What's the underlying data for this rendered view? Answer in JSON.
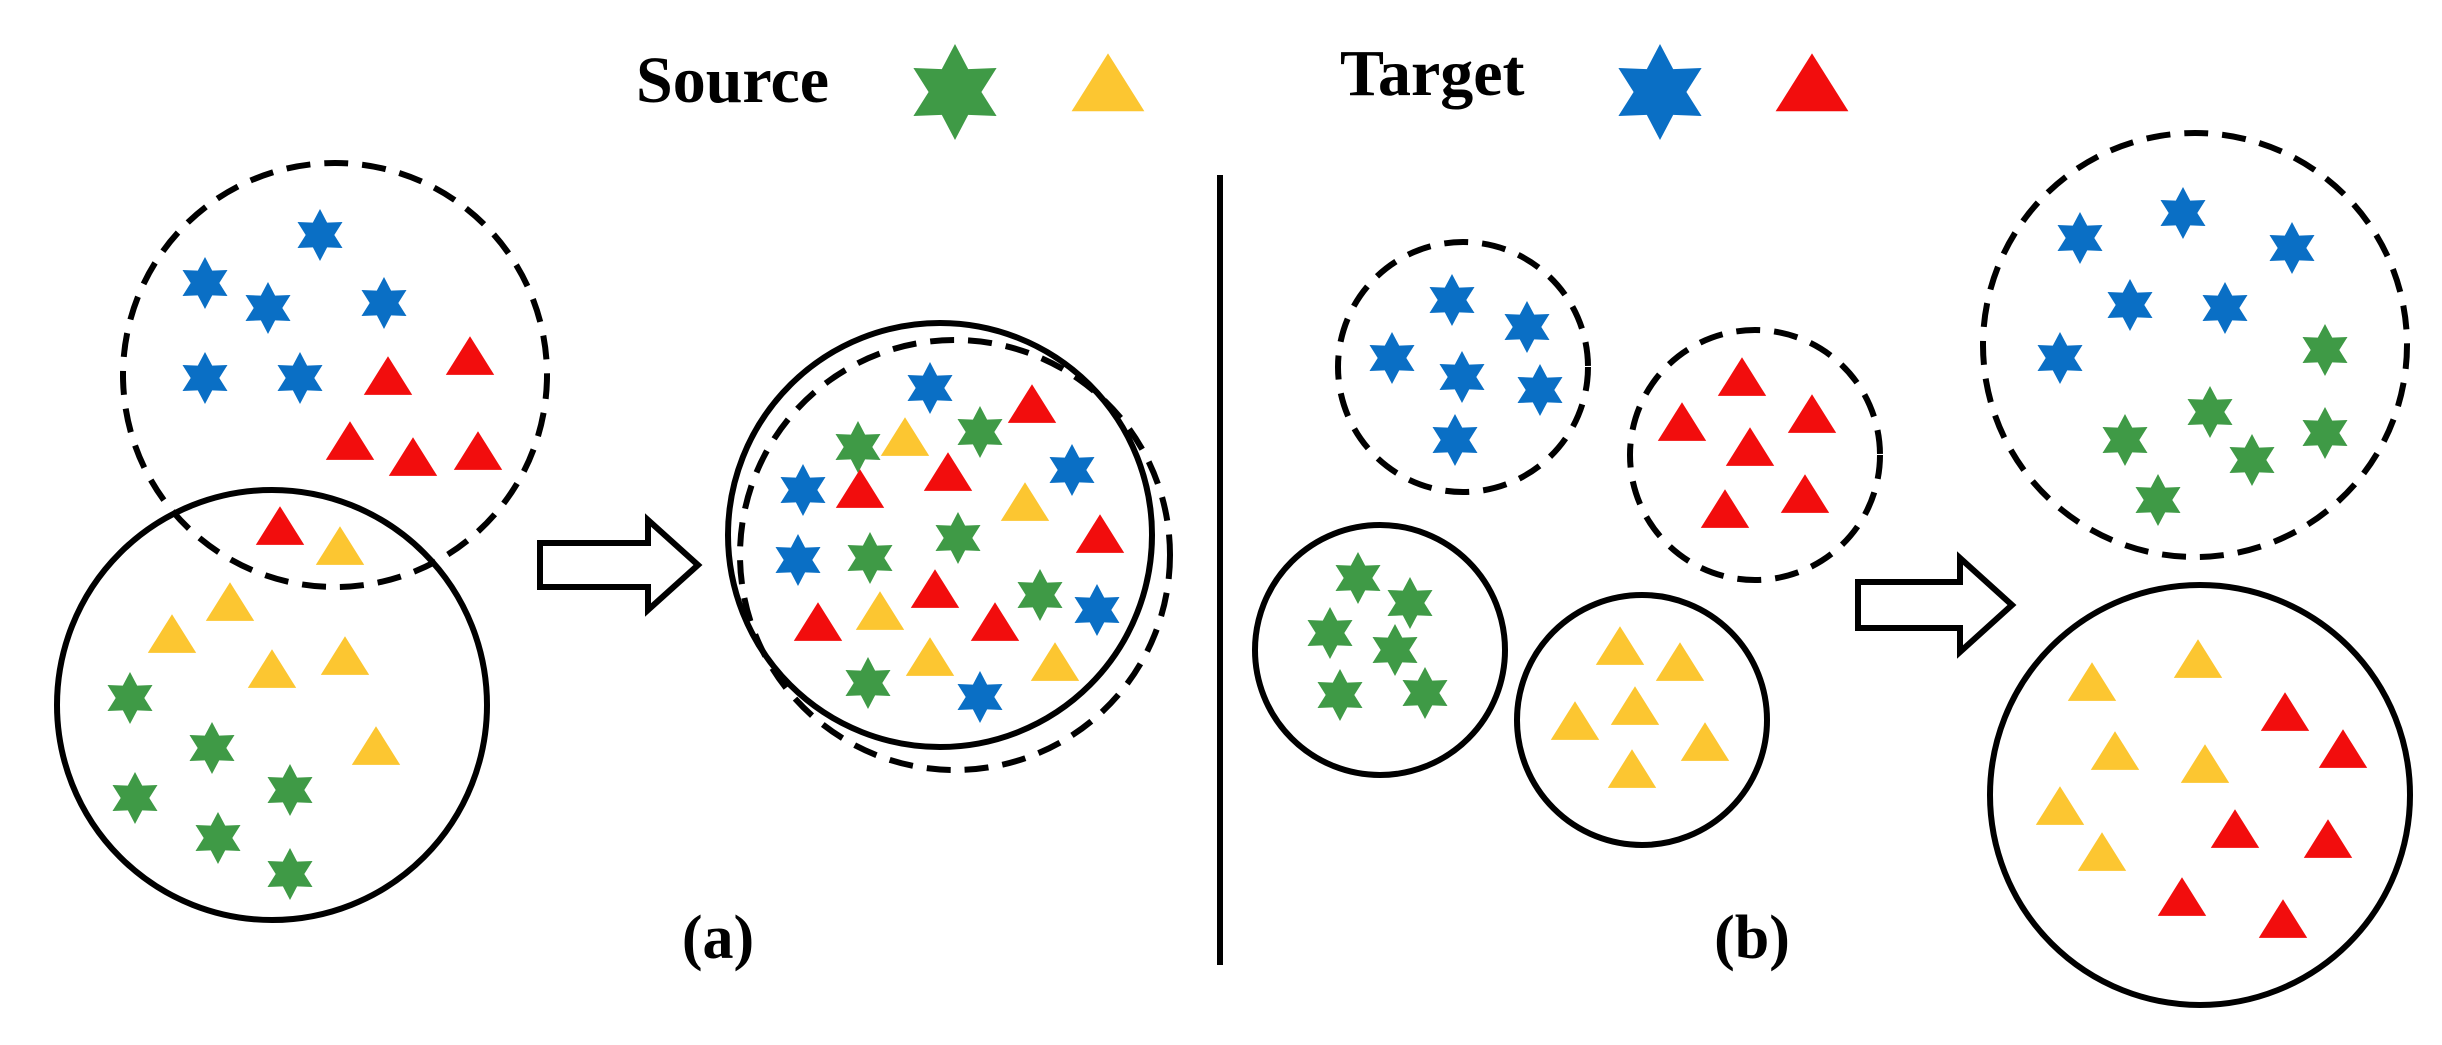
{
  "legend": {
    "source_label": "Source",
    "target_label": "Target",
    "source_star_icon": "hexagram-star-icon",
    "source_triangle_icon": "triangle-icon",
    "target_star_icon": "hexagram-star-icon",
    "target_triangle_icon": "triangle-icon"
  },
  "panels": {
    "a_label": "(a)",
    "b_label": "(b)"
  },
  "colors": {
    "source_star": "#3f9a46",
    "source_triangle": "#fcc631",
    "target_star": "#0a6fc5",
    "target_triangle": "#f20d0d",
    "line": "#000000",
    "background": "#ffffff"
  }
}
